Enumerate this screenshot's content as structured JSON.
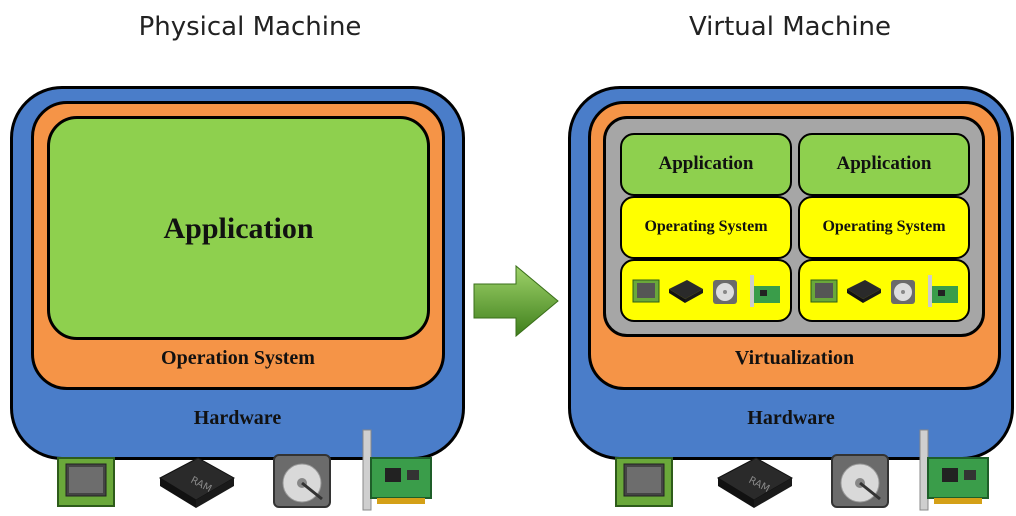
{
  "physical": {
    "title": "Physical Machine",
    "application": "Application",
    "os": "Operation System",
    "hardware": "Hardware"
  },
  "virtual": {
    "title": "Virtual Machine",
    "vms": [
      {
        "application": "Application",
        "os": "Operating System"
      },
      {
        "application": "Application",
        "os": "Operating System"
      }
    ],
    "virtualization": "Virtualization",
    "hardware": "Hardware"
  },
  "chip_label": "RAM",
  "colors": {
    "hardware": "#4a7dc9",
    "os": "#f59447",
    "application": "#8ed04e",
    "vm_os": "#ffff00",
    "vm_container": "#a6a6a6",
    "arrow": "#5a9e2a"
  }
}
